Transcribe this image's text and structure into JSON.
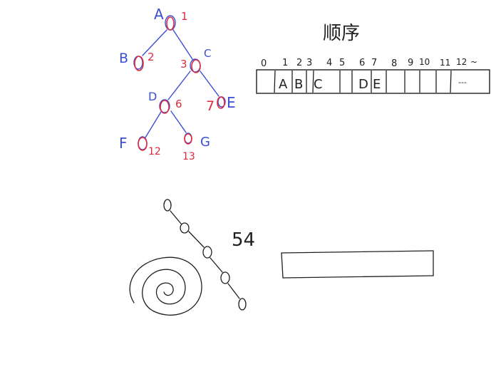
{
  "colors": {
    "blue": "#3a4fd6",
    "red": "#e02a3c",
    "ink": "#1f1f1f",
    "background": "#ffffff"
  },
  "tree": {
    "nodes": [
      {
        "letter": "A",
        "index": "1"
      },
      {
        "letter": "B",
        "index": "2"
      },
      {
        "letter": "C",
        "index": "3"
      },
      {
        "letter": "D",
        "index": "6"
      },
      {
        "letter": "E",
        "index": "7"
      },
      {
        "letter": "F",
        "index": "12"
      },
      {
        "letter": "G",
        "index": "13"
      }
    ]
  },
  "sequential_storage": {
    "title": "顺序",
    "index_labels": [
      "0",
      "1",
      "2",
      "3",
      "4",
      "5",
      "6",
      "7",
      "8",
      "9",
      "10",
      "11",
      "12"
    ],
    "index_more": "~",
    "cells": [
      "",
      "A",
      "B",
      "C",
      "",
      "",
      "D",
      "E",
      "",
      "",
      "",
      "",
      "---"
    ]
  },
  "bottom_sketch": {
    "annotation": "54"
  }
}
